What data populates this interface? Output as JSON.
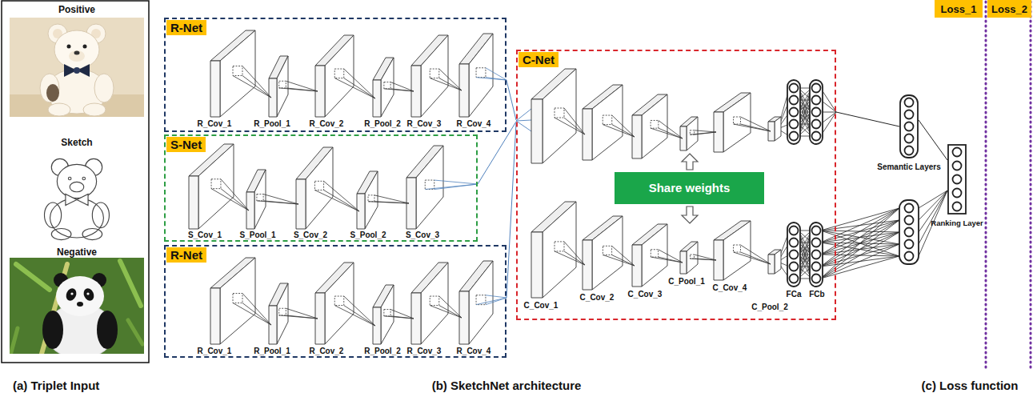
{
  "diagram": {
    "nodes": [
      {
        "text": [
          "Positive"
        ]
      },
      {
        "text": [
          "Sketch"
        ]
      },
      {
        "text": [
          "Negative"
        ]
      },
      {
        "text": [
          "R-Net"
        ]
      },
      {
        "text": [
          "S-Net"
        ]
      },
      {
        "text": [
          "R-Net"
        ]
      },
      {
        "text": [
          "C-Net"
        ]
      },
      {
        "text": [
          "Share weights"
        ],
        "in": 6
      },
      {
        "text": [
          "Semantic Layers"
        ]
      },
      {
        "text": [
          "Ranking Layer"
        ]
      },
      {
        "text": [
          "Loss_1"
        ]
      },
      {
        "text": [
          "Loss_2"
        ]
      }
    ],
    "edges": [
      {
        "from": 3,
        "to": 6,
        "arrow": "none"
      },
      {
        "from": 4,
        "to": 6,
        "arrow": "none"
      },
      {
        "from": 5,
        "to": 6,
        "arrow": "none"
      },
      {
        "from": 6,
        "to": 8,
        "arrow": "none"
      },
      {
        "from": 8,
        "to": 9,
        "arrow": "none"
      }
    ],
    "labels": [
      "R_Cov_1",
      "R_Pool_1",
      "R_Cov_2",
      "R_Pool_2",
      "R_Cov_3",
      "R_Cov_4",
      "S_Cov_1",
      "S_Pool_1",
      "S_Cov_2",
      "S_Pool_2",
      "S_Cov_3",
      "R_Cov_1",
      "R_Pool_1",
      "R_Cov_2",
      "R_Pool_2",
      "R_Cov_3",
      "R_Cov_4",
      "C_Cov_1",
      "C_Cov_2",
      "C_Cov_3",
      "C_Pool_1",
      "C_Cov_4",
      "C_Pool_2",
      "FCa",
      "FCb",
      "(a) Triplet Input",
      "(b) SketchNet architecture",
      "(c) Loss function"
    ]
  }
}
